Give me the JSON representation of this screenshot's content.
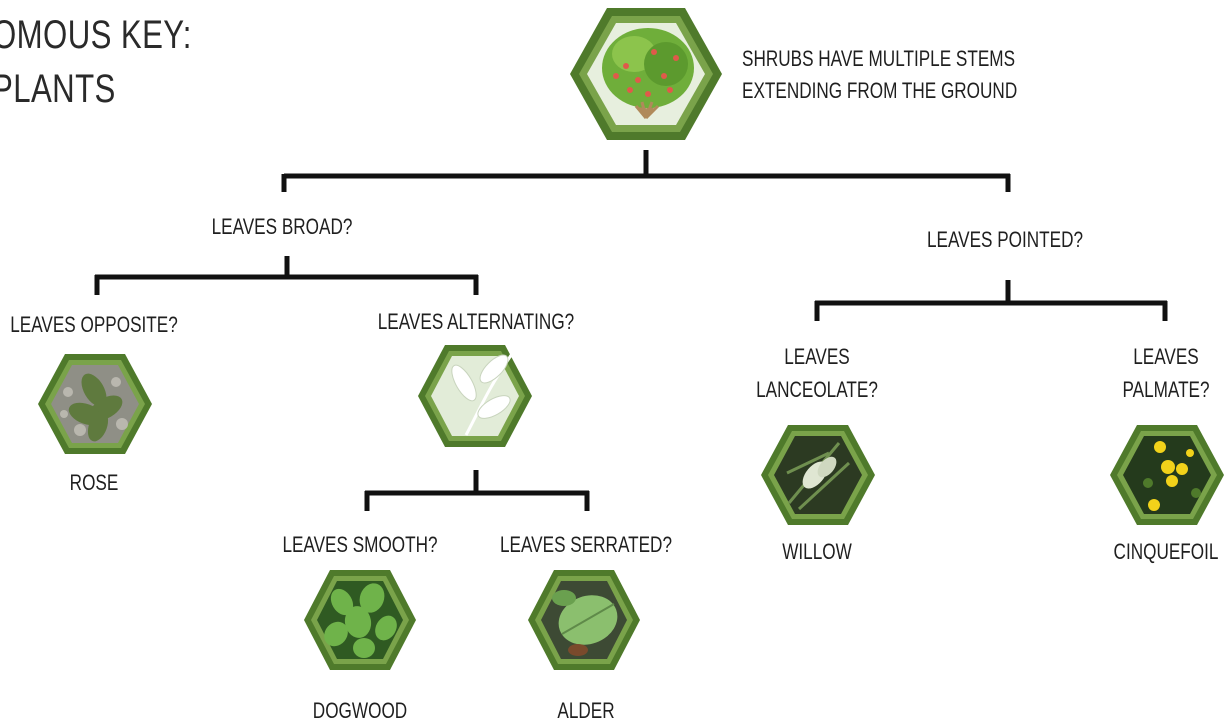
{
  "title": {
    "line1": "OMOUS KEY:",
    "line2": "PLANTS"
  },
  "root": {
    "caption_line1": "SHRUBS HAVE MULTIPLE STEMS",
    "caption_line2": "EXTENDING FROM THE GROUND",
    "icon": "shrub-icon"
  },
  "branches": {
    "broad": "LEAVES BROAD?",
    "pointed": "LEAVES POINTED?",
    "opposite": "LEAVES OPPOSITE?",
    "alternating": "LEAVES ALTERNATING?",
    "smooth": "LEAVES SMOOTH?",
    "serrated": "LEAVES SERRATED?",
    "lanceolate_line1": "LEAVES",
    "lanceolate_line2": "LANCEOLATE?",
    "palmate_line1": "LEAVES",
    "palmate_line2": "PALMATE?"
  },
  "leaves": {
    "rose": "ROSE",
    "dogwood": "DOGWOOD",
    "alder": "ALDER",
    "willow": "WILLOW",
    "cinquefoil": "CINQUEFOIL"
  },
  "colors": {
    "hex_border_outer": "#4f7a2b",
    "hex_border_inner": "#7aa34a",
    "line": "#111111"
  }
}
